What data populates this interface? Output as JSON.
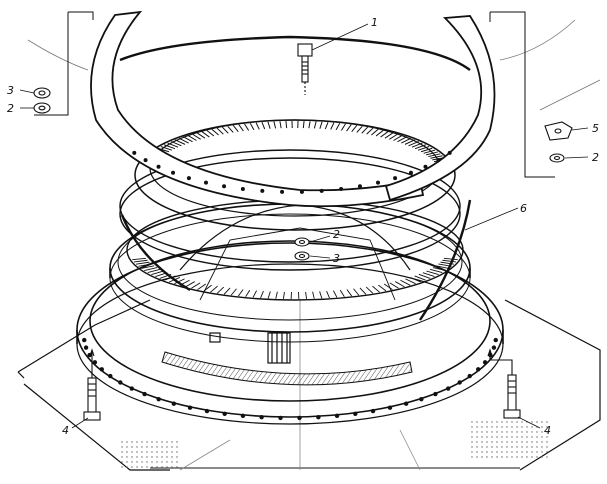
{
  "callouts": {
    "c1": "1",
    "c2_left": "2",
    "c3_left": "3",
    "c2_center": "2",
    "c3_center": "3",
    "c4_left": "4",
    "c4_right": "4",
    "c5": "5",
    "c2_right": "2",
    "c6": "6"
  },
  "colors": {
    "ink": "#111111",
    "paper": "#ffffff",
    "shade": "#9a9a9a"
  }
}
